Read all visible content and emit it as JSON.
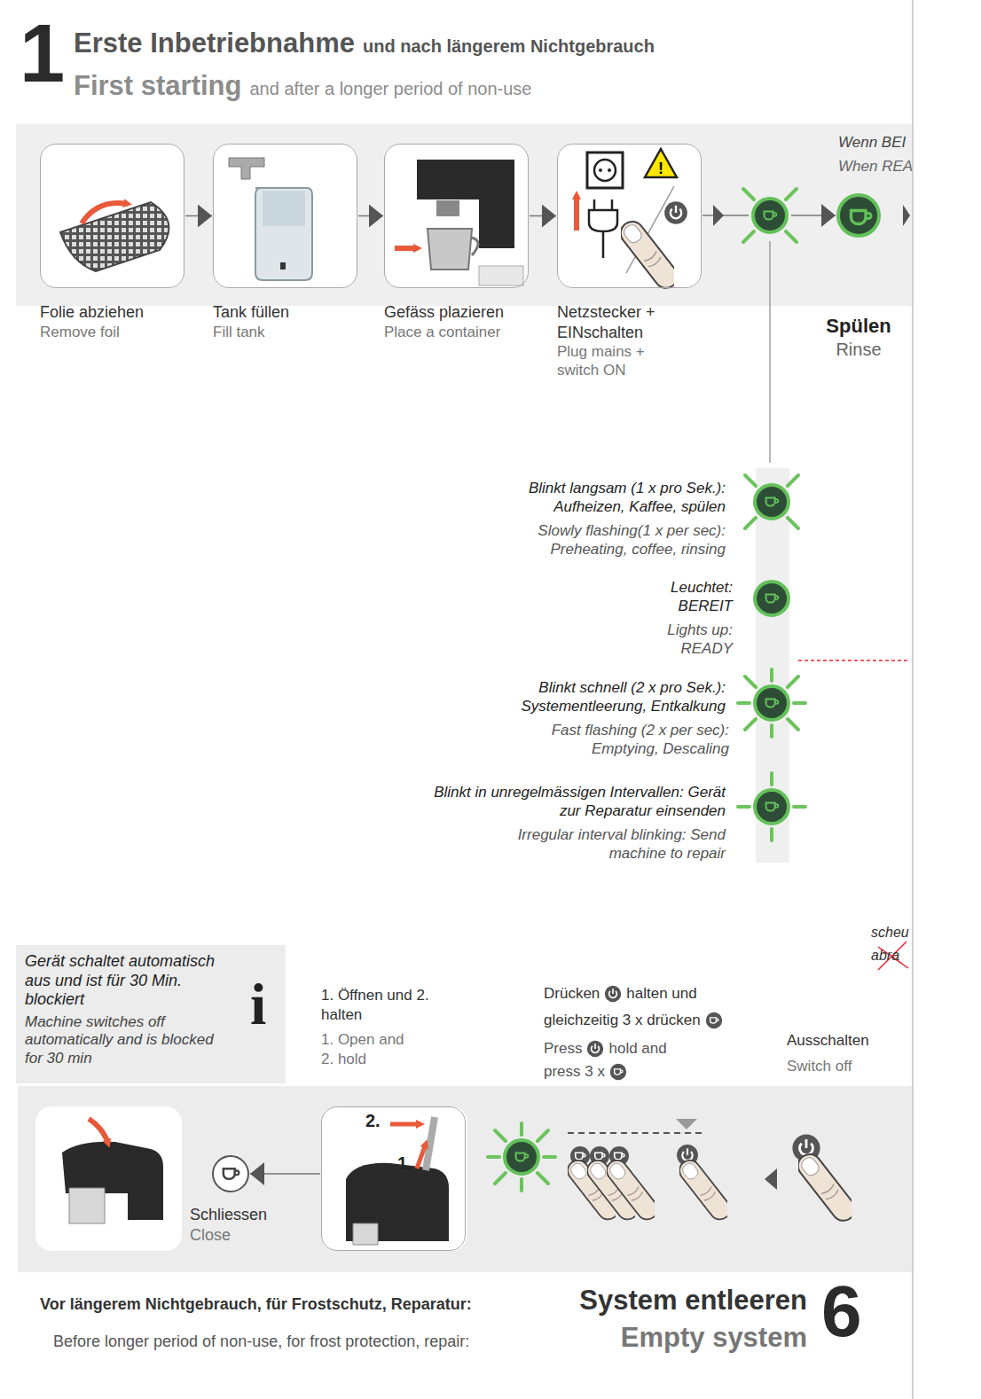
{
  "diagram": {
    "title": "Erste Inbetriebnahme",
    "nodes": [
      {
        "text": [
          "Folie abziehen",
          "Remove foil"
        ]
      },
      {
        "text": [
          "Tank füllen",
          "Fill tank"
        ]
      },
      {
        "text": [
          "Gefäss plazieren",
          "Place a container"
        ]
      },
      {
        "text": [
          "Netzstecker + EINschalten",
          "Plug mains + switch ON"
        ]
      },
      {
        "text": [
          "Spülen",
          "Rinse"
        ]
      },
      {
        "text": [
          "Gerät schaltet automatisch aus und ist für 30 Min. blockiert",
          "Machine switches off automatically and is blocked for 30 min"
        ]
      },
      {
        "text": [
          "1. Öffnen und 2. halten",
          "1. Open and 2. hold"
        ]
      },
      {
        "text": [
          "Schliessen",
          "Close"
        ]
      }
    ],
    "edges": [
      {
        "from": 0,
        "to": 1,
        "arrow": "to"
      },
      {
        "from": 1,
        "to": 2,
        "arrow": "to"
      },
      {
        "from": 2,
        "to": 3,
        "arrow": "to"
      },
      {
        "from": 3,
        "to": 4,
        "arrow": "to"
      },
      {
        "from": 6,
        "to": 7,
        "arrow": "to"
      }
    ],
    "labels": [
      "1",
      "und nach längerem Nichtgebrauch",
      "First starting",
      "and after a longer period of non-use",
      "Wenn BEI",
      "When REA",
      "Blinkt langsam (1 x pro Sek.): Aufheizen, Kaffee, spülen",
      "Slowly flashing(1 x per sec): Preheating, coffee, rinsing",
      "Leuchtet: BEREIT",
      "Lights up: READY",
      "Blinkt schnell (2 x pro Sek.): Systementleerung, Entkalkung",
      "Fast flashing (2 x per sec): Emptying, Descaling",
      "Blinkt in unregelmässigen Intervallen: Gerät zur Reparatur einsenden",
      "Irregular interval blinking: Send machine to repair",
      "scheu",
      "abra",
      "i",
      "Drücken",
      "halten und",
      "gleichzeitig 3 x drücken",
      "Press",
      "hold and",
      "press 3 x",
      "Ausschalten",
      "Switch off",
      "2.",
      "1.",
      "Vor längerem Nichtgebrauch, für Frostschutz, Reparatur:",
      "System entleeren",
      "Before longer period of non-use, for frost protection, repair:",
      "Empty system",
      "6"
    ]
  }
}
